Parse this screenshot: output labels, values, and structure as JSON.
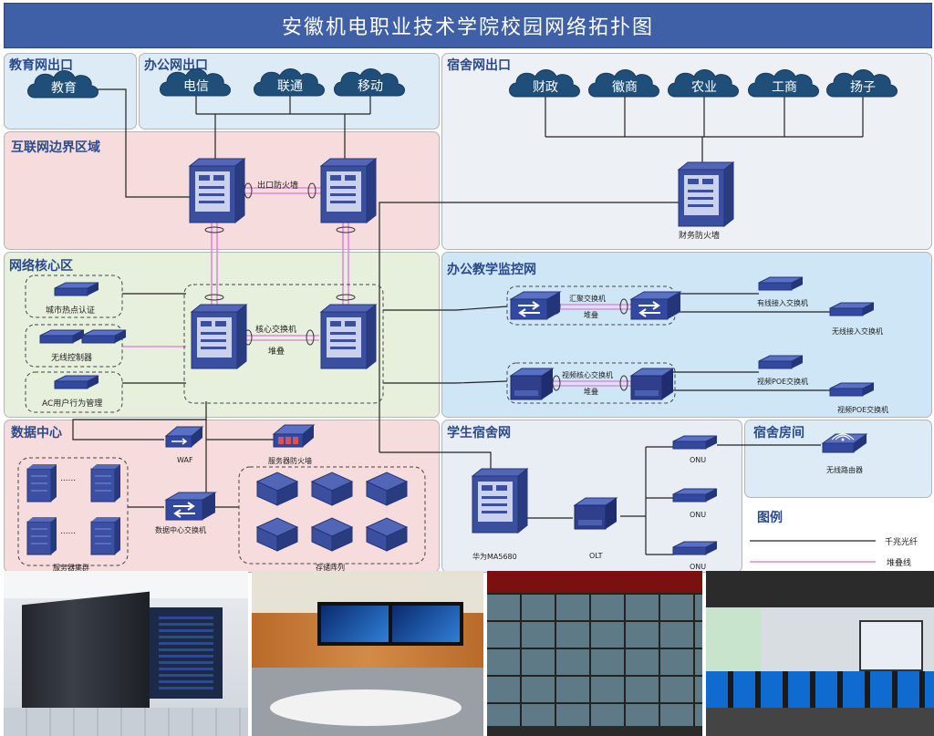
{
  "title": "安徽机电职业技术学院校园网络拓扑图",
  "zones": {
    "edu_exit": "教育网出口",
    "office_exit": "办公网出口",
    "dorm_exit": "宿舍网出口",
    "border": "互联网边界区域",
    "core": "网络核心区",
    "office_monitor": "办公教学监控网",
    "datacenter": "数据中心",
    "student_dorm": "学生宿舍网",
    "dorm_room": "宿舍房间",
    "legend": "图例"
  },
  "clouds": {
    "jiaoyu": "教育",
    "dianxin": "电信",
    "liantong": "联通",
    "yidong": "移动",
    "caizheng": "财政",
    "huishang": "徽商",
    "nongye": "农业",
    "gongshang": "工商",
    "yangzi": "扬子"
  },
  "labels": {
    "exit_firewall": "出口防火墙",
    "finance_firewall": "财务防火墙",
    "core_switch": "核心交换机",
    "stack": "堆叠",
    "city_hotspot": "城市热点认证",
    "wireless_controller": "无线控制器",
    "ac_behavior": "AC用户行为管理",
    "agg_switch": "汇聚交换机",
    "agg_stack": "堆叠",
    "wired_access": "有线接入交换机",
    "wireless_access": "无线接入交换机",
    "video_core": "视频核心交换机",
    "video_stack": "堆叠",
    "video_poe_1": "视频POE交换机",
    "video_poe_2": "视频POE交换机",
    "waf": "WAF",
    "server_firewall": "服务器防火墙",
    "dc_switch": "数据中心交换机",
    "server_cluster": "服务器集群",
    "storage_array": "存储阵列",
    "huawei": "华为MA5680",
    "olt": "OLT",
    "onu_1": "ONU",
    "onu_2": "ONU",
    "onu_3": "ONU",
    "wireless_router": "无线路由器",
    "dots": "......"
  },
  "legend": {
    "fiber": "千兆光纤",
    "stack_line": "堆叠线"
  },
  "photos": [
    {
      "name": "server-room-photo"
    },
    {
      "name": "meeting-room-photo"
    },
    {
      "name": "monitor-center-photo"
    },
    {
      "name": "computer-lab-photo"
    }
  ]
}
